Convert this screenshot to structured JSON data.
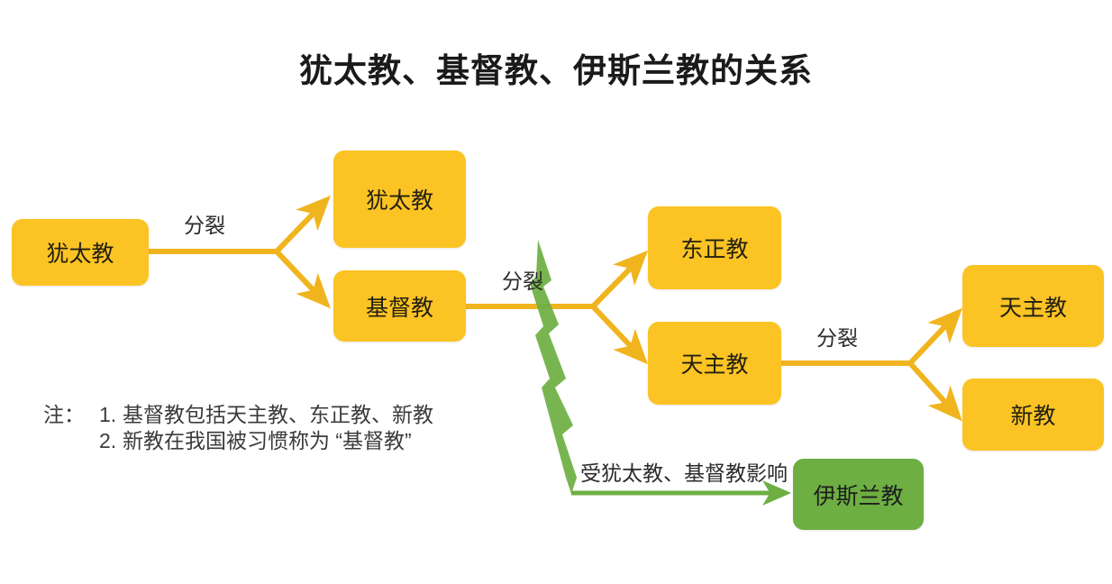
{
  "title": "犹太教、基督教、伊斯兰教的关系",
  "colors": {
    "yellow_node": "#FBC424",
    "green_node": "#6DAF42",
    "yellow_edge": "#F0B41E",
    "green_edge": "#6DAF42",
    "background": "#FFFFFF",
    "text": "#231F11"
  },
  "nodes": {
    "judaism_root": "犹太教",
    "judaism_branch": "犹太教",
    "christianity": "基督教",
    "orthodox": "东正教",
    "catholic_mid": "天主教",
    "catholic_right": "天主教",
    "protestant": "新教",
    "islam": "伊斯兰教"
  },
  "edge_labels": {
    "split_1": "分裂",
    "split_2": "分裂",
    "split_3": "分裂",
    "influence": "受犹太教、基督教影响"
  },
  "notes": {
    "prefix": "注：",
    "items": [
      {
        "num": "1.",
        "text": "基督教包括天主教、东正教、新教"
      },
      {
        "num": "2.",
        "text": "新教在我国被习惯称为 “基督教”"
      }
    ]
  }
}
